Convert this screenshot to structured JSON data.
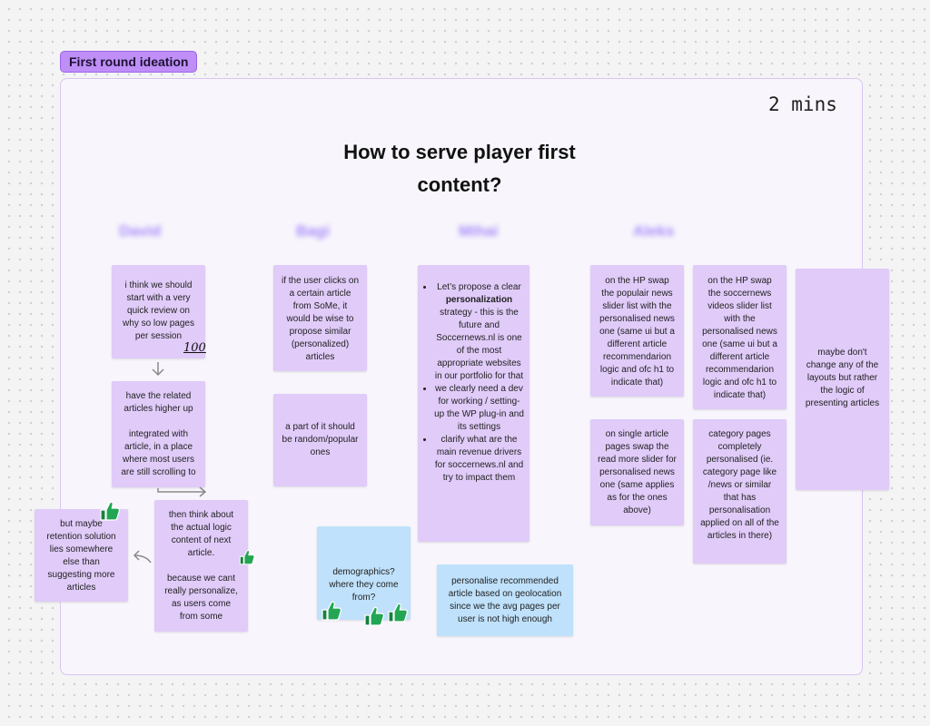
{
  "board": {
    "frame_label": "First round ideation",
    "timer": "2 mins",
    "question_line1": "How to serve player first",
    "question_line2": "content?"
  },
  "participants": [
    "David",
    "Bagi",
    "Mihai",
    "Aleks"
  ],
  "annotation": "100",
  "notes": {
    "n1": "i think we should start with a very quick review on why so low pages per session",
    "n2a": "have the related articles higher up",
    "n2b": "integrated with article, in a place where most users are still scrolling to",
    "n3": "but maybe retention solution lies somewhere else than suggesting more articles",
    "n4a": "then think about the actual logic content of next article.",
    "n4b": "because we cant really personalize, as users come from some",
    "n5": "if the user clicks on a certain article from SoMe, it would be wise to propose similar (personalized) articles",
    "n6": "a part of it should be random/popular ones",
    "n7": "demographics? where they come from?",
    "n8_b1_pre": "Let’s propose a clear",
    "n8_b1_bold": "personalization",
    "n8_b1_post": "strategy - this is the future and Soccernews.nl is one of the most appropriate websites in our portfolio for that",
    "n8_b2": "we clearly need a dev for working / setting-up the WP plug-in and its settings",
    "n8_b3": "clarify what are the main revenue drivers for soccernews.nl and try to impact them",
    "n9": "personalise recommended article based on geolocation since we the avg pages per user is not high enough",
    "n10": "on the HP swap the populair news slider list with the personalised news one (same ui but a different article recommendarion logic and ofc h1 to indicate that)",
    "n11": "on the HP swap the soccernews videos slider list with the personalised news one (same ui but a different article recommendarion logic and ofc h1 to indicate that)",
    "n12": "maybe don't change any of the layouts but rather the logic of presenting articles",
    "n13": "on single article pages swap the read more slider for personalised news one (same applies as for the ones above)",
    "n14": "category pages completely personalised (ie. category page like /news or similar that has personalisation applied on all of the articles in there)"
  },
  "colors": {
    "sticky_purple": "#e0cbf9",
    "sticky_blue": "#bfe1fb",
    "frame_label": "#bf8ff7",
    "thumb_green": "#1f9d4c"
  }
}
